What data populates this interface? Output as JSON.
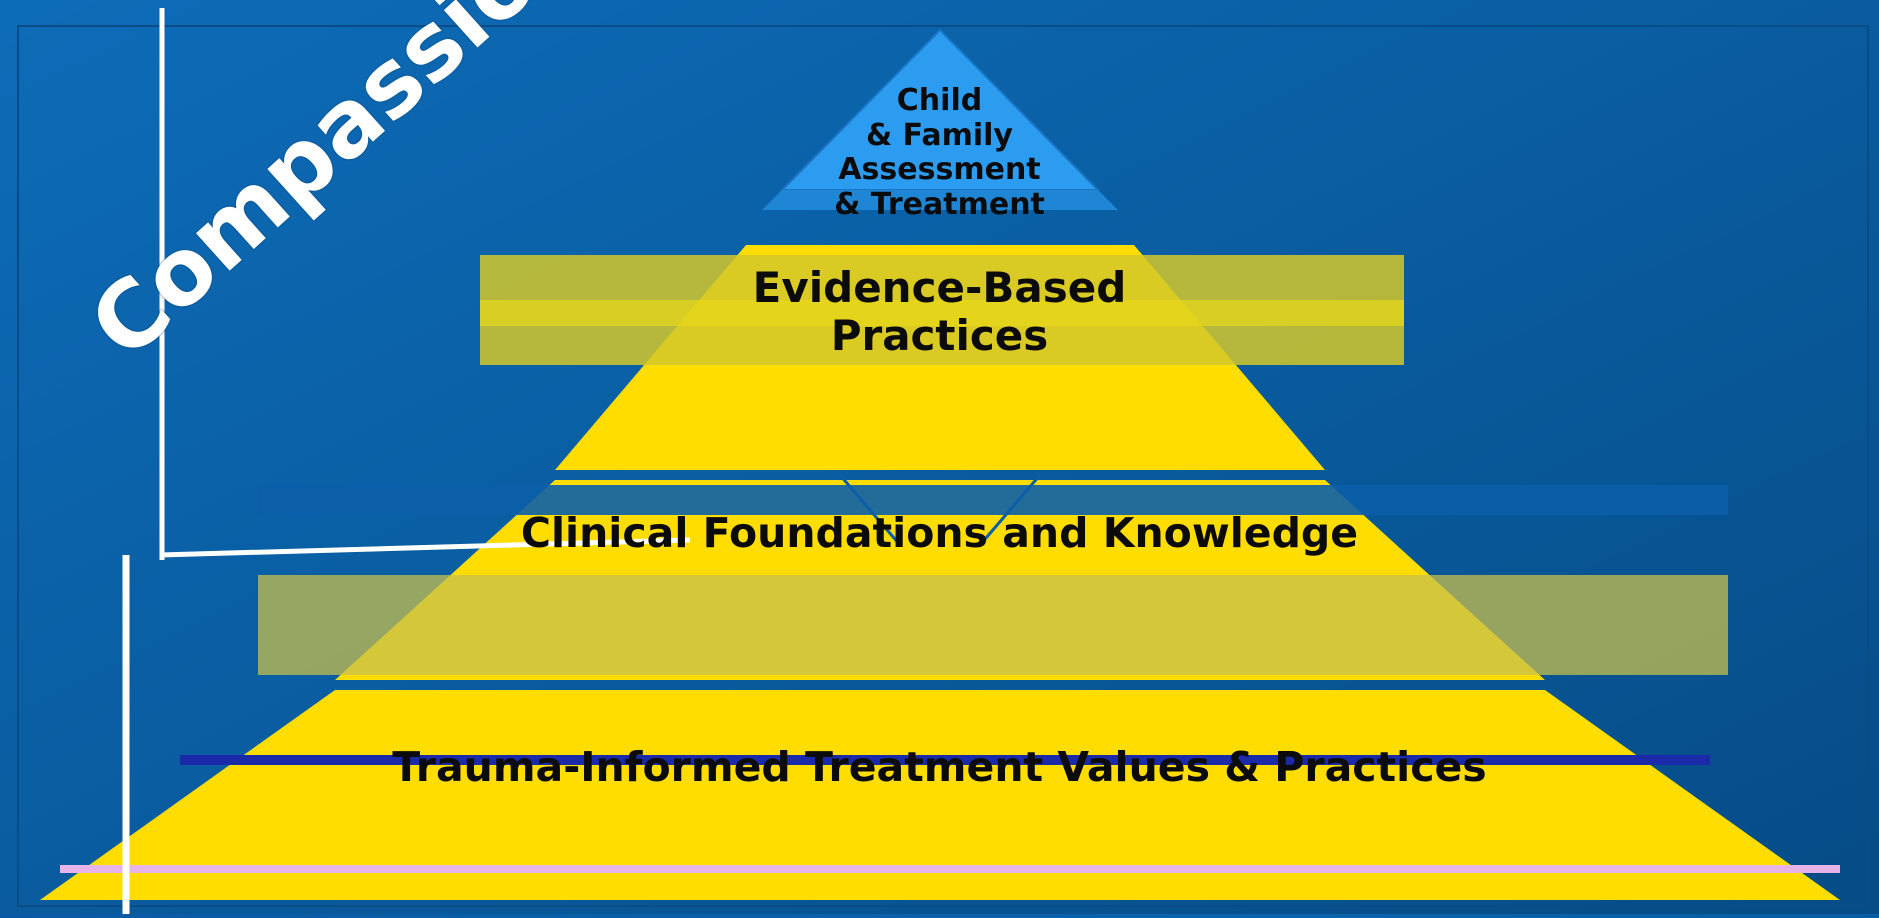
{
  "colors": {
    "background": "#0b5ea8",
    "apex": "#2c9cf0",
    "tier_fill": "#ffdd00",
    "tier_fill_muted": "#d8cc2a",
    "text": "#0b0b0b",
    "accent_line": "#ffffff"
  },
  "pyramid": {
    "apex_lines": [
      "Child",
      "& Family",
      "Assessment",
      "& Treatment"
    ],
    "tier2_lines": [
      "Evidence-Based",
      "Practices"
    ],
    "tier3": "Clinical Foundations and Knowledge",
    "tier4": "Trauma-Informed Treatment Values & Practices"
  },
  "side_label": "Compassion"
}
